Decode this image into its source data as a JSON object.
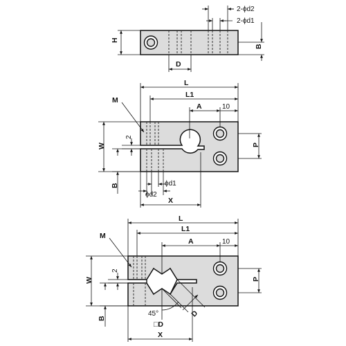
{
  "colors": {
    "part_fill": "#dcdcdc",
    "part_stroke": "#111111",
    "dim_line": "#111111",
    "hidden_line": "#333333",
    "background": "#ffffff"
  },
  "top_view": {
    "H": "H",
    "B": "B",
    "D": "D",
    "d2": "2-ϕd2",
    "d1": "2-ϕd1"
  },
  "round_view": {
    "L": "L",
    "L1": "L1",
    "A": "A",
    "ten": "10",
    "M": "M",
    "two": "2",
    "W": "W",
    "P": "P",
    "B": "B",
    "d1": "ϕd1",
    "d2": "ϕd2",
    "X": "X"
  },
  "square_view": {
    "L": "L",
    "L1": "L1",
    "A": "A",
    "ten": "10",
    "M": "M",
    "two": "2",
    "W": "W",
    "P": "P",
    "B": "B",
    "angle": "45°",
    "D": "D",
    "squareD": "□D",
    "X": "X"
  }
}
